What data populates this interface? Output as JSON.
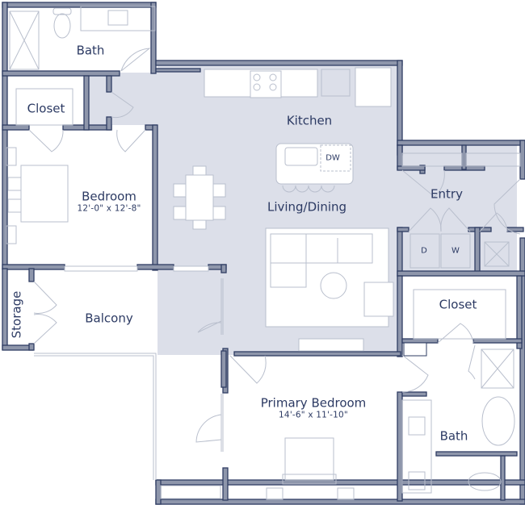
{
  "colors": {
    "wall_fill": "#8e96ab",
    "wall_outline": "#2f3d63",
    "living_shade": "#dcdfe9",
    "fixture_line": "#b9bfcd",
    "text": "#2c3a63",
    "background": "#ffffff"
  },
  "rooms": {
    "bath_upper": {
      "label": "Bath"
    },
    "closet_left": {
      "label": "Closet"
    },
    "bedroom": {
      "label": "Bedroom",
      "dimensions": "12'-0\" x 12'-8\""
    },
    "kitchen": {
      "label": "Kitchen"
    },
    "living_dining": {
      "label": "Living/Dining"
    },
    "entry": {
      "label": "Entry"
    },
    "storage": {
      "label": "Storage"
    },
    "balcony": {
      "label": "Balcony"
    },
    "closet_right": {
      "label": "Closet"
    },
    "primary_bedroom": {
      "label": "Primary Bedroom",
      "dimensions": "14'-6\" x 11'-10\""
    },
    "bath_lower": {
      "label": "Bath"
    }
  },
  "appliances": {
    "dishwasher": "DW",
    "dryer": "D",
    "washer": "W"
  }
}
